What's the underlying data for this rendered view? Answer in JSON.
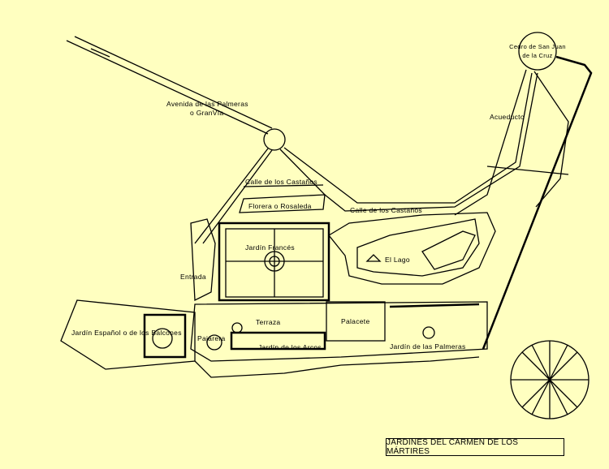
{
  "map": {
    "title": "JARDINES DEL CARMEN DE LOS MÁRTIRES",
    "background_color": "#ffffc0",
    "labels": {
      "avenida_line1": "Avenida de las Palmeras",
      "avenida_line2": "o GranVía",
      "cedro_line1": "Cedro de San Juan",
      "cedro_line2": "de la Cruz",
      "acueducto": "Acueducto",
      "calle_castanos_1": "Calle de los Castaños",
      "florera": "Florera o Rosaleda",
      "calle_castanos_2": "Calle de los Castaños",
      "jardin_frances": "Jardín Francés",
      "el_lago": "El Lago",
      "entrada": "Entrada",
      "terraza": "Terraza",
      "palacete": "Palacete",
      "jardin_espanol": "Jardín Español o de los Balcones",
      "pajarera": "Pajarera",
      "jardin_arcos": "Jardín de los Arcos",
      "jardin_palmeras": "Jardín de las Palmeras"
    }
  }
}
